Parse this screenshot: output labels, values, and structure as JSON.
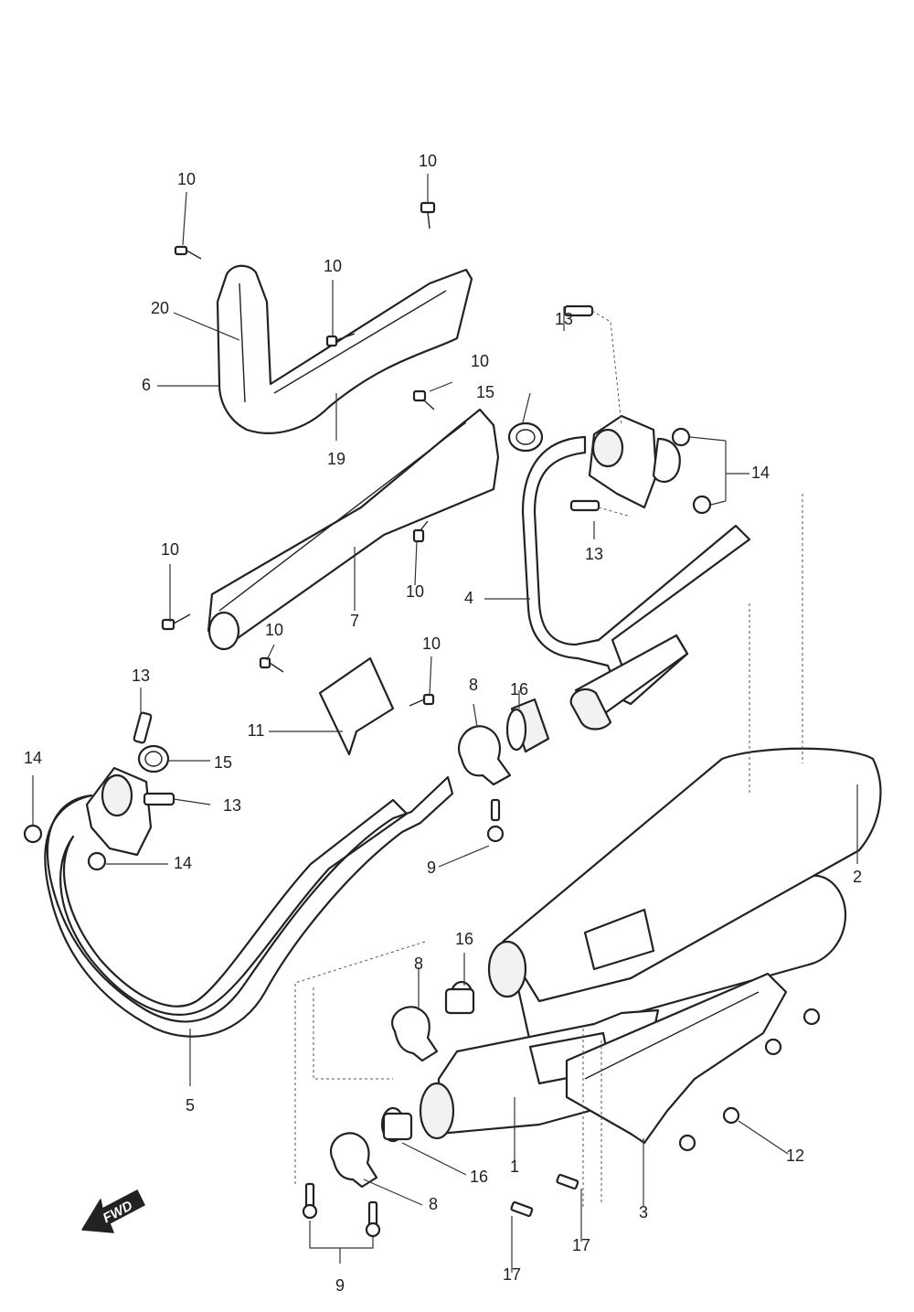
{
  "callouts": {
    "p1": "1",
    "p2": "2",
    "p3": "3",
    "p4": "4",
    "p5": "5",
    "p6": "6",
    "p7": "7",
    "p8": "8",
    "p9": "9",
    "p10": "10",
    "p11": "11",
    "p12": "12",
    "p13": "13",
    "p14": "14",
    "p15": "15",
    "p16": "16",
    "p17": "17",
    "p19": "19",
    "p20": "20"
  },
  "fwd": {
    "label": "FWD"
  }
}
